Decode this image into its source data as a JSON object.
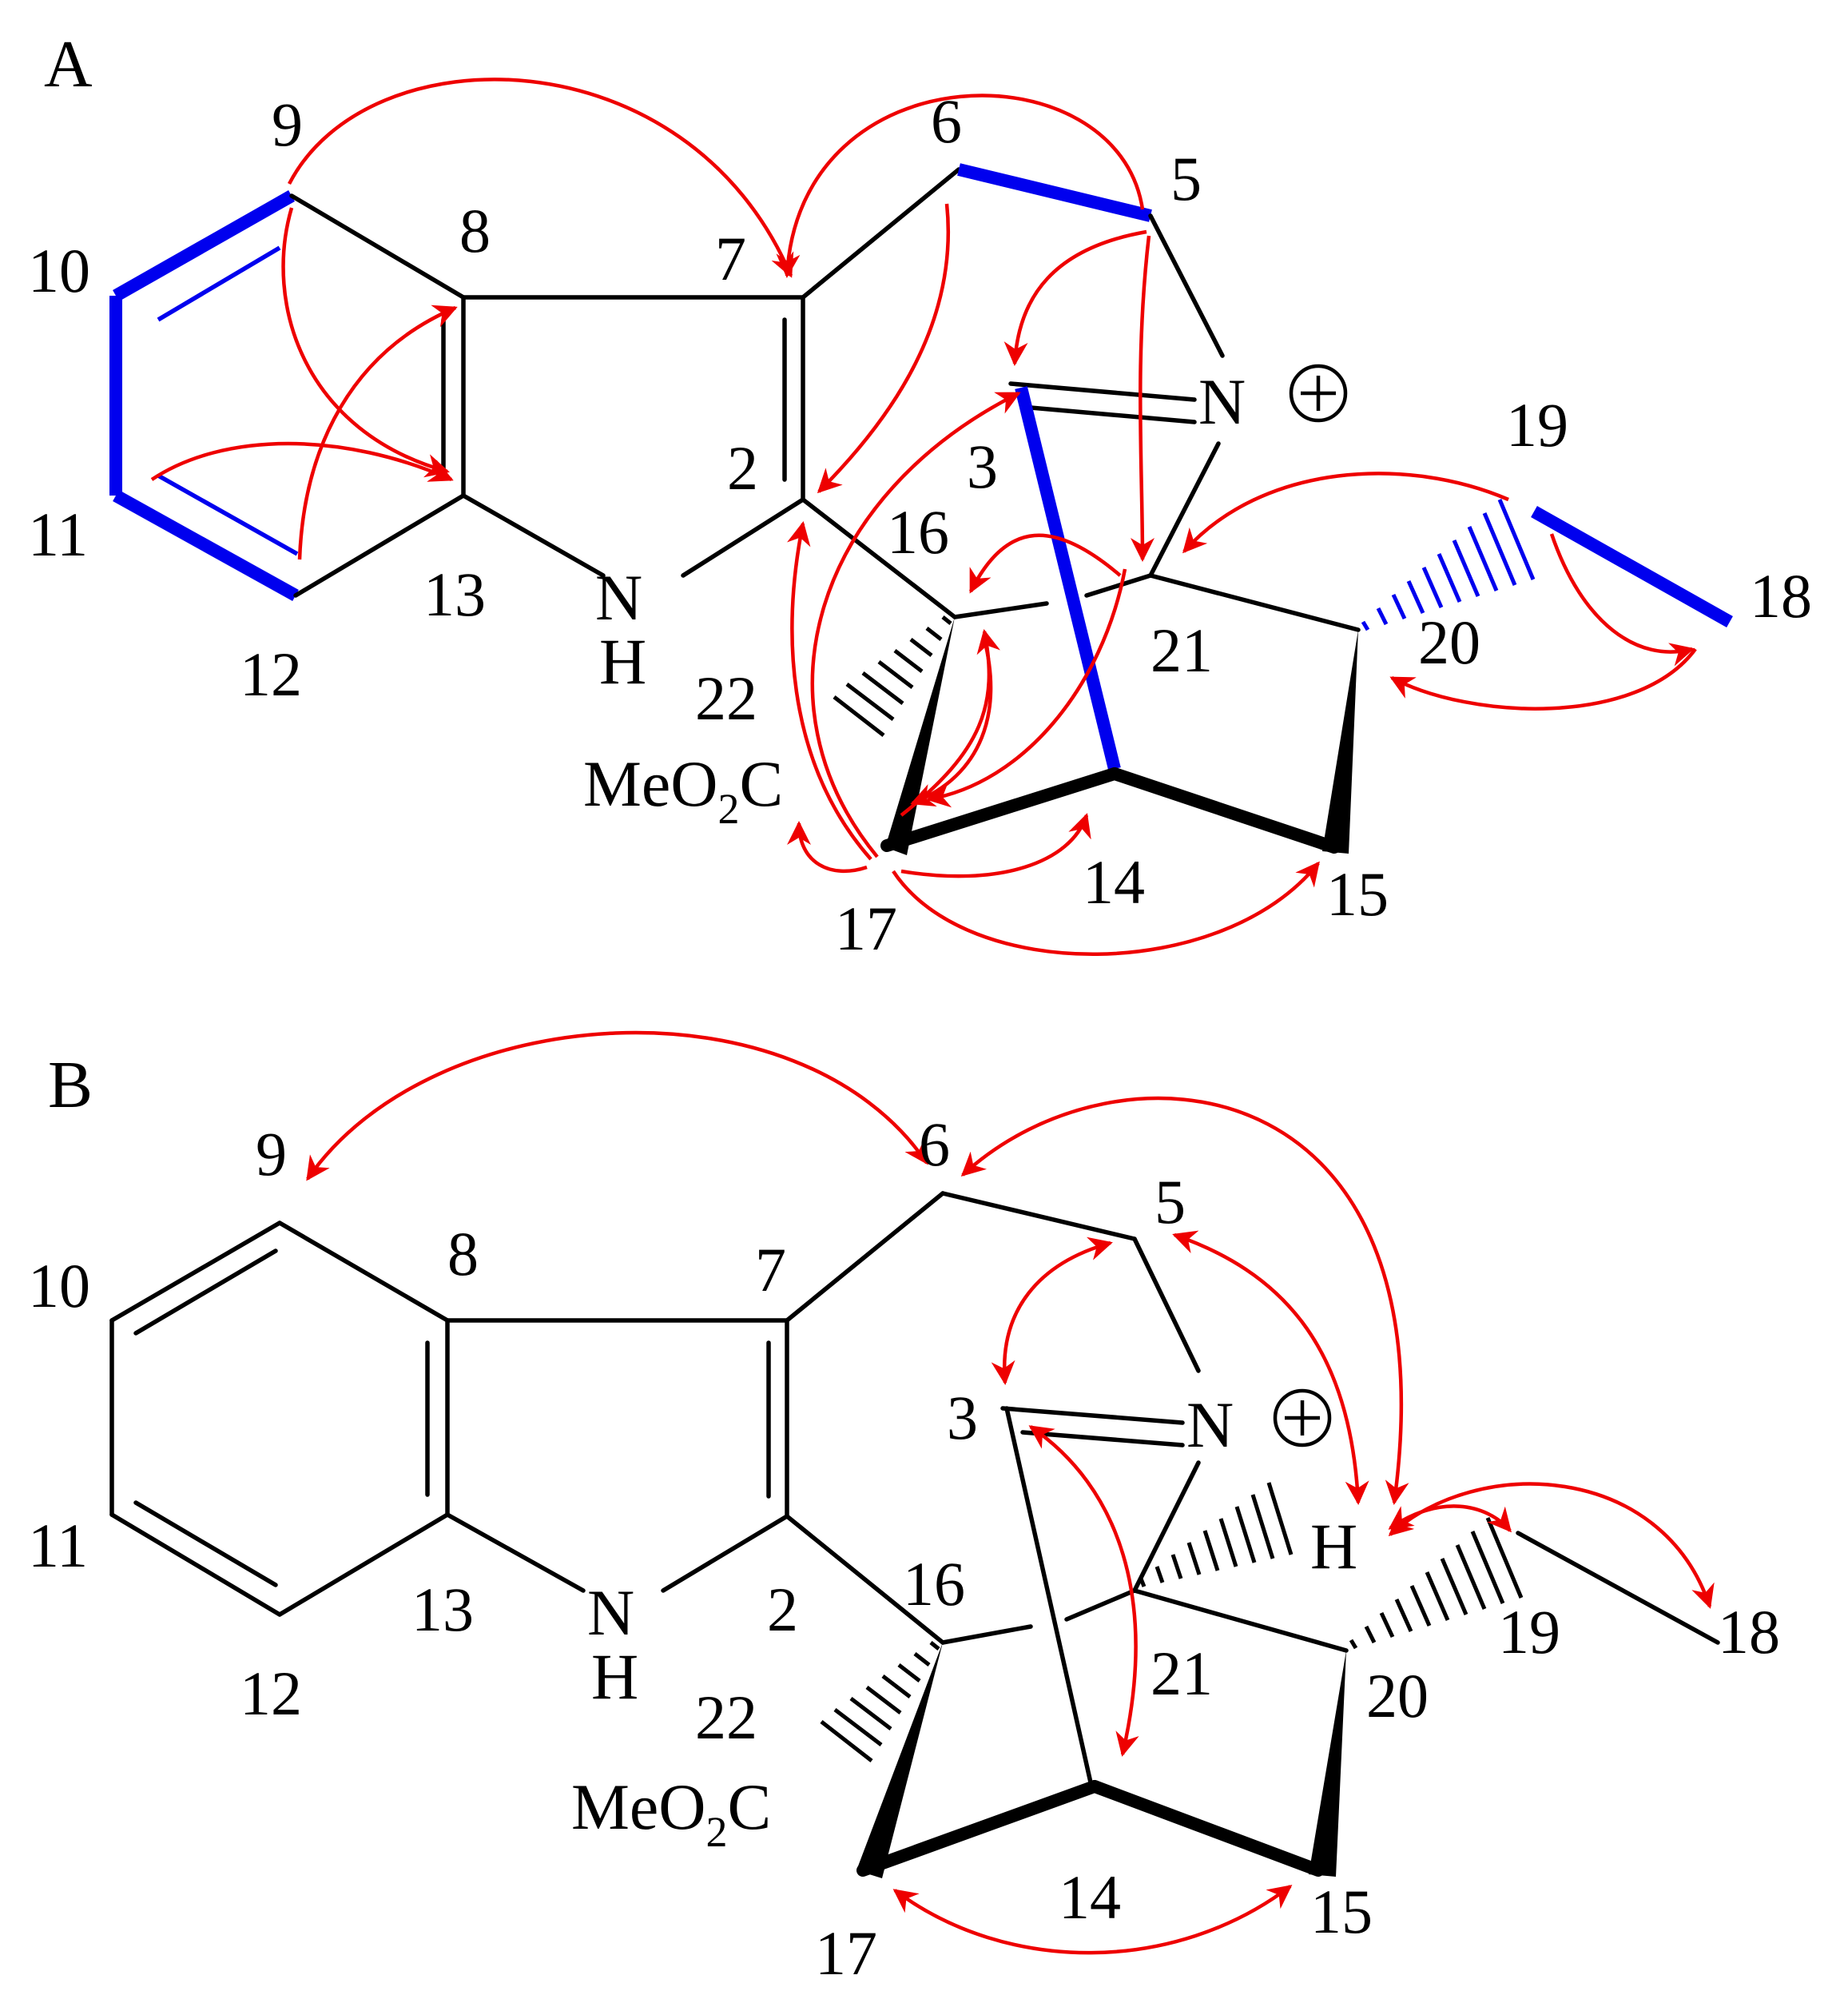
{
  "panels": [
    {
      "label": "A",
      "numbers": [
        "9",
        "10",
        "8",
        "7",
        "6",
        "5",
        "11",
        "12",
        "13",
        "2",
        "3",
        "16",
        "19",
        "18",
        "20",
        "21",
        "22",
        "17",
        "14",
        "15"
      ],
      "atoms": {
        "nitrogen": "N",
        "nh_n": "N",
        "nh_h": "H",
        "ester": "MeO",
        "ester_sub": "2",
        "ester_c": "C"
      }
    },
    {
      "label": "B",
      "numbers": [
        "9",
        "6",
        "5",
        "10",
        "8",
        "7",
        "3",
        "11",
        "13",
        "2",
        "16",
        "12",
        "19",
        "18",
        "21",
        "20",
        "22",
        "17",
        "14",
        "15"
      ],
      "atoms": {
        "nitrogen": "N",
        "nh_n": "N",
        "nh_h": "H",
        "h21": "H",
        "ester": "MeO",
        "ester_sub": "2",
        "ester_c": "C"
      }
    }
  ],
  "colors": {
    "bond": "#000000",
    "highlight_bond": "#0000ee",
    "correlation_arrow": "#ee0000"
  }
}
